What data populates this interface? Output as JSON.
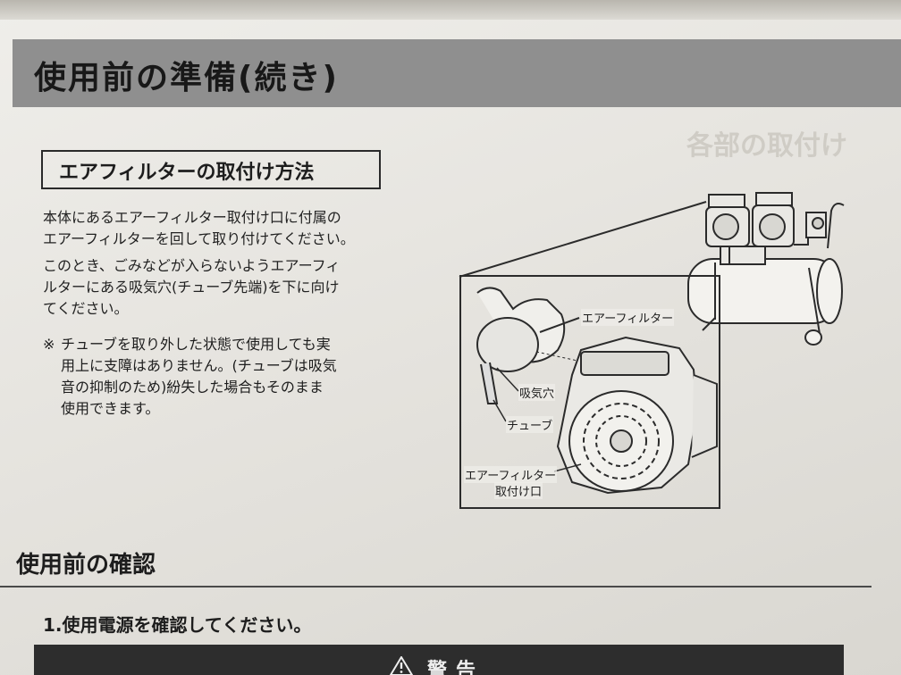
{
  "header": {
    "title": "使用前の準備(続き)"
  },
  "ghost_text": "各部の取付け",
  "subsection": {
    "title": "エアフィルターの取付け方法",
    "paragraph1": [
      "本体にあるエアーフィルター取付け口に付属の",
      "エアーフィルターを回して取り付けてください。"
    ],
    "paragraph2": [
      "このとき、ごみなどが入らないようエアーフィ",
      "ルターにある吸気穴(チューブ先端)を下に向け",
      "てください。"
    ],
    "note_mark": "※",
    "note": [
      "チューブを取り外した状態で使用しても実",
      "用上に支障はありません。(チューブは吸気",
      "音の抑制のため)紛失した場合もそのまま",
      "使用できます。"
    ]
  },
  "illustration": {
    "labels": {
      "air_filter": "エアーフィルター",
      "intake_hole": "吸気穴",
      "tube": "チューブ",
      "mount_line1": "エアーフィルター",
      "mount_line2": "取付け口"
    }
  },
  "section2": {
    "title": "使用前の確認",
    "step1": "1.使用電源を確認してください。"
  },
  "warning": {
    "label": "警告"
  },
  "colors": {
    "header_band": "#8f8f8f",
    "warning_band": "#2d2d2d",
    "ink": "#1d1d1d"
  }
}
